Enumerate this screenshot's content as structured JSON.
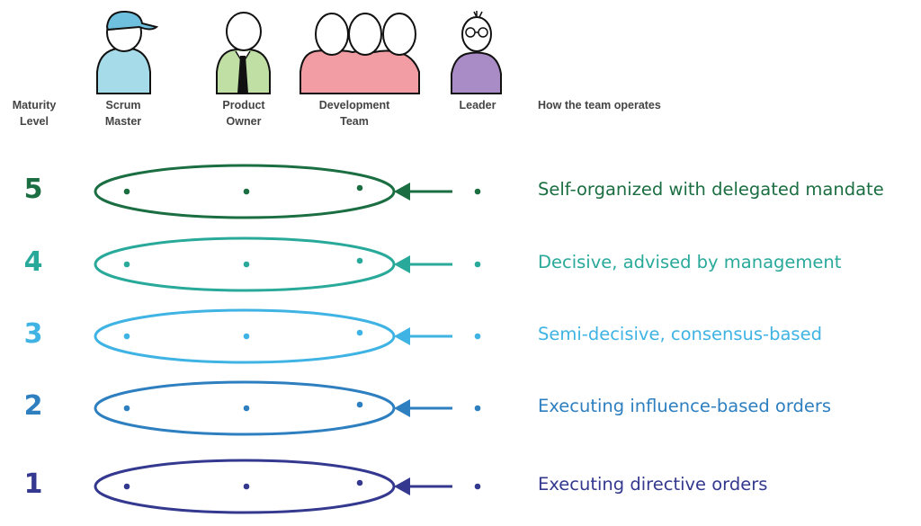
{
  "headers": {
    "maturity": [
      "Maturity",
      "Level"
    ],
    "scrum_master": [
      "Scrum",
      "Master"
    ],
    "product_owner": [
      "Product",
      "Owner"
    ],
    "development_team": [
      "Development",
      "Team"
    ],
    "leader": [
      "Leader"
    ],
    "how": "How the team operates"
  },
  "levels": [
    {
      "number": "5",
      "text": "Self-organized with delegated mandate",
      "color": "#1b6e42"
    },
    {
      "number": "4",
      "text": "Decisive, advised by management",
      "color": "#29a99a"
    },
    {
      "number": "3",
      "text": "Semi-decisive, consensus-based",
      "color": "#3fb3e3"
    },
    {
      "number": "2",
      "text": "Executing influence-based orders",
      "color": "#2d7fc0"
    },
    {
      "number": "1",
      "text": "Executing directive orders",
      "color": "#34398f"
    }
  ],
  "colors": {
    "scrum_master_shirt": "#a6dbe9",
    "cap": "#6fc0de",
    "product_owner_shirt": "#bfdfa5",
    "development_team_shirt": "#f29da3",
    "leader_shirt": "#a98cc5"
  }
}
